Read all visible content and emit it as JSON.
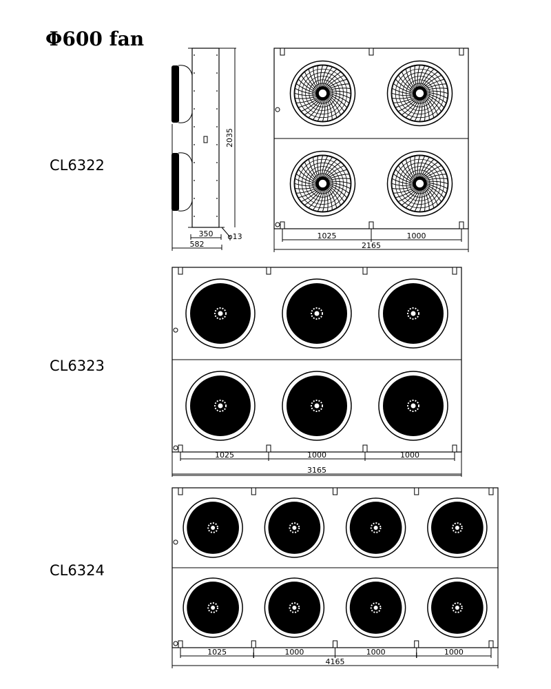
{
  "title": "Φ600 fan",
  "models": [
    {
      "label": "CL6322",
      "columns": 2,
      "rows": 2,
      "fan_style": "grille",
      "spacings": [
        "1025",
        "1000"
      ],
      "total_length": "2165",
      "side_view": {
        "height": "2035",
        "body_width": "350",
        "total_width": "582",
        "pipe": "φ13"
      }
    },
    {
      "label": "CL6323",
      "columns": 3,
      "rows": 2,
      "fan_style": "solid",
      "spacings": [
        "1025",
        "1000",
        "1000"
      ],
      "total_length": "3165"
    },
    {
      "label": "CL6324",
      "columns": 4,
      "rows": 2,
      "fan_style": "solid",
      "spacings": [
        "1025",
        "1000",
        "1000",
        "1000"
      ],
      "total_length": "4165"
    }
  ]
}
